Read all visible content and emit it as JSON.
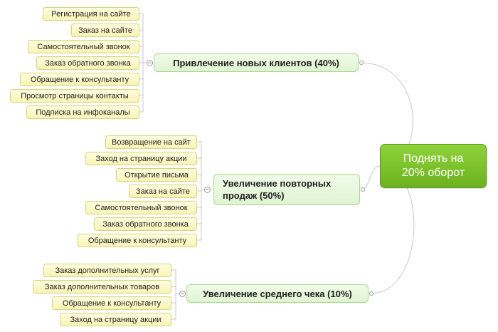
{
  "colors": {
    "root_fill": "#7cc42b",
    "branch_fill": "#e6f7da",
    "leaf_fill": "#fbf8c4",
    "connector": "#c8c8c8"
  },
  "root": {
    "line1": "Поднять на",
    "line2": "20% оборот"
  },
  "branches": [
    {
      "label": "Привлечение новых клиентов (40%)",
      "leaves": [
        "Регистрация на сайте",
        "Заказ на сайте",
        "Самостоятельный звонок",
        "Заказ обратного звонка",
        "Обращение к консультанту",
        "Просмотр страницы контакты",
        "Подписка на инфоканалы"
      ]
    },
    {
      "label_line1": "Увеличение повторных",
      "label_line2": "продаж (50%)",
      "leaves": [
        "Возвращение на сайт",
        "Заход на страницу акции",
        "Открытие письма",
        "Заказ на сайте",
        "Самостоятельный звонок",
        "Заказ обратного звонка",
        "Обращение к консультанту"
      ]
    },
    {
      "label": "Увеличение среднего чека (10%)",
      "leaves": [
        "Заказ дополнительных услуг",
        "Заказ дополнительных товаров",
        "Обращение к консультанту",
        "Заход на страницу акции"
      ]
    }
  ]
}
